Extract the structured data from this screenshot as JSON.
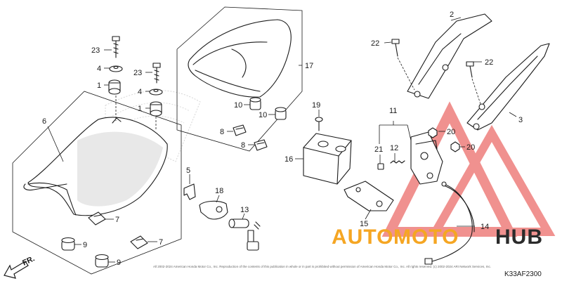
{
  "callouts": {
    "p1a": "1",
    "p1b": "1",
    "p2": "2",
    "p3": "3",
    "p4a": "4",
    "p4b": "4",
    "p5": "5",
    "p6": "6",
    "p7a": "7",
    "p7b": "7",
    "p8a": "8",
    "p8b": "8",
    "p9a": "9",
    "p9b": "9",
    "p10a": "10",
    "p10b": "10",
    "p11": "11",
    "p12": "12",
    "p13": "13",
    "p14": "14",
    "p15": "15",
    "p16": "16",
    "p17": "17",
    "p18": "18",
    "p19": "19",
    "p20a": "20",
    "p20b": "20",
    "p21": "21",
    "p22a": "22",
    "p22b": "22",
    "p23a": "23",
    "p23b": "23"
  },
  "direction_label": "FR.",
  "diagram_code": "K33AF2300",
  "footer_text": "All 2002-2024 American Honda Motor Co., Inc. Reproduction of the contents of this publication in whole or in part is prohibited without permission of American Honda Motor Co., Inc. All rights reserved. (c) 2002-2024 ARI Network Services, Inc.",
  "watermark": {
    "part1": "AUTO",
    "part2": "MOTO",
    "part3": "HUB",
    "color_orange": "#f5a623",
    "color_dark": "#2b2b2b",
    "color_red": "#e53935"
  }
}
